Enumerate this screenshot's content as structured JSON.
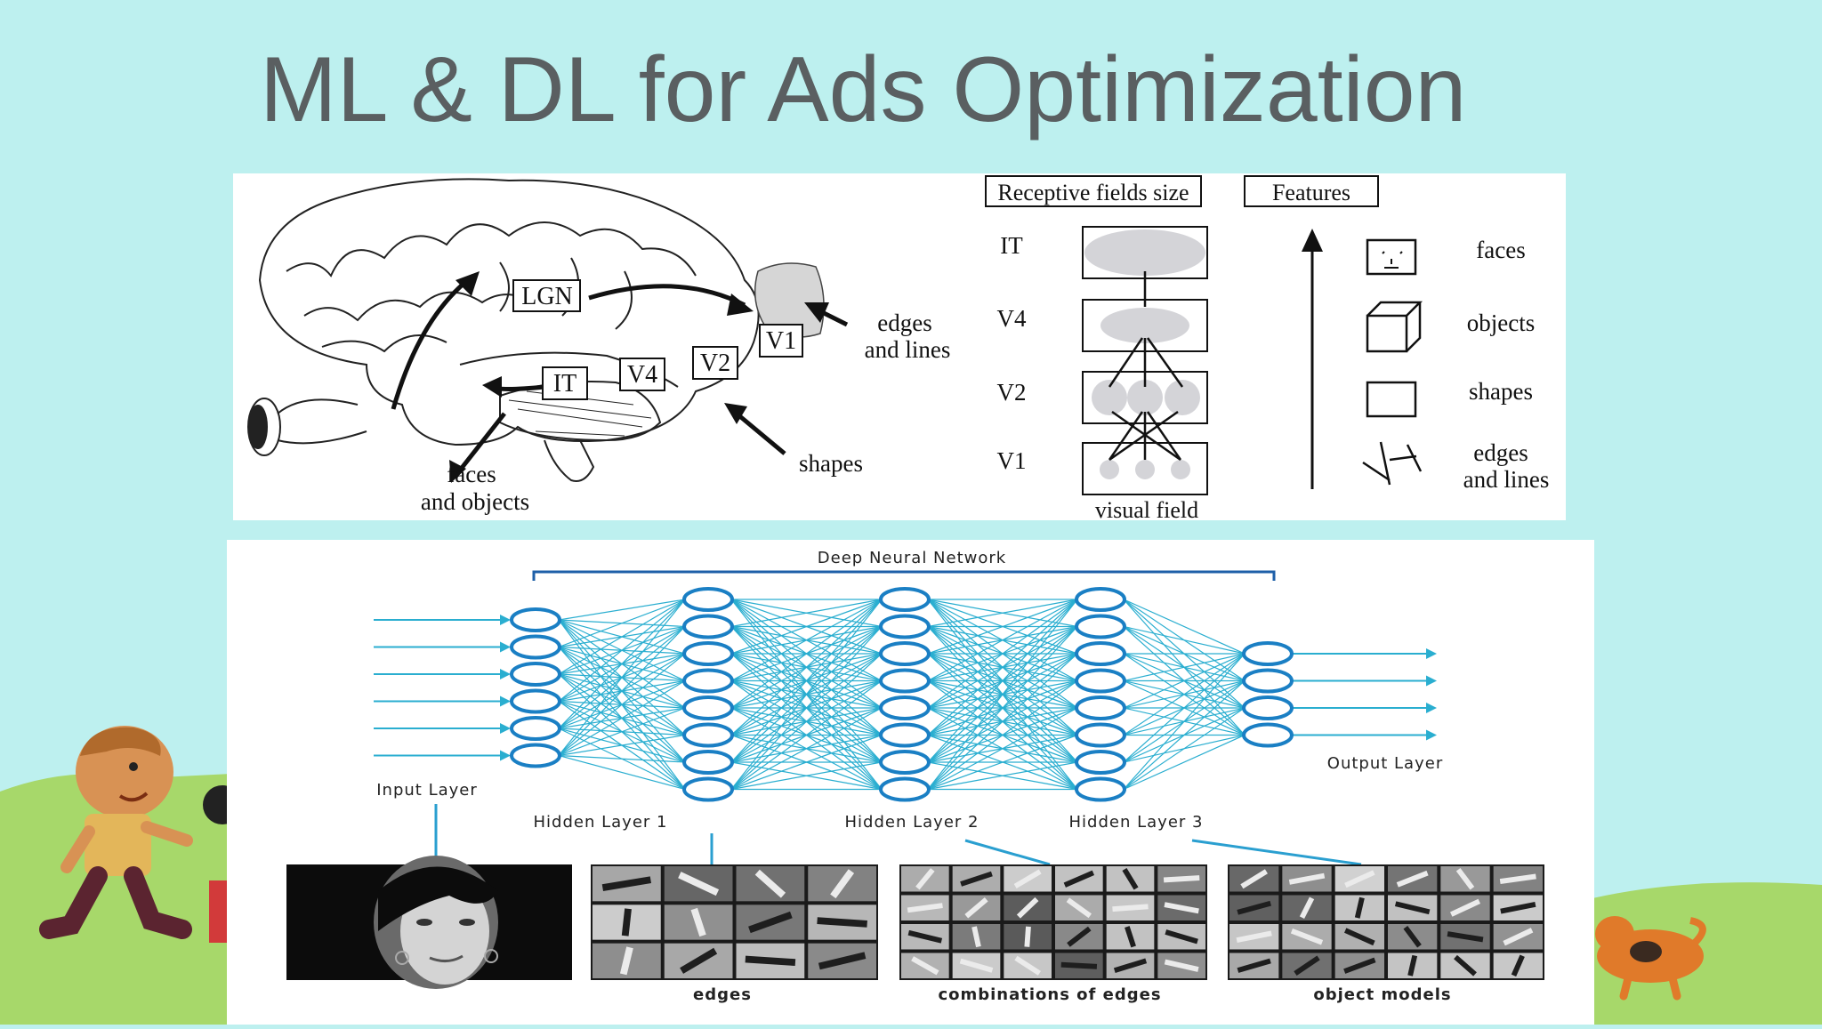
{
  "slide": {
    "title": "ML & DL for Ads Optimization"
  },
  "brain_figure": {
    "brain_labels": [
      "LGN",
      "V1",
      "V2",
      "V4",
      "IT"
    ],
    "edges_label_1": "edges",
    "edges_label_2": "and lines",
    "faces_label_1": "faces",
    "faces_label_2": "and objects",
    "shapes_label": "shapes",
    "receptive_fields_header": "Receptive fields size",
    "features_header": "Features",
    "rf_levels": [
      "IT",
      "V4",
      "V2",
      "V1"
    ],
    "visual_field_label": "visual field",
    "features": [
      {
        "label_1": "faces",
        "label_2": ""
      },
      {
        "label_1": "objects",
        "label_2": ""
      },
      {
        "label_1": "shapes",
        "label_2": ""
      },
      {
        "label_1": "edges",
        "label_2": "and lines"
      }
    ]
  },
  "dnn_figure": {
    "network_title": "Deep Neural Network",
    "input_layer_label": "Input Layer",
    "hidden_layer_labels": [
      "Hidden Layer 1",
      "Hidden Layer 2",
      "Hidden Layer 3"
    ],
    "output_layer_label": "Output Layer",
    "image_captions": [
      "edges",
      "combinations of edges",
      "object models"
    ],
    "node_counts": [
      6,
      8,
      8,
      8,
      4
    ],
    "node_color": "#1a7fc4",
    "edge_color": "#2aaed0"
  },
  "colors": {
    "background": "#bdf0ef",
    "grass": "#a7d86a",
    "title": "#5a5f61"
  }
}
